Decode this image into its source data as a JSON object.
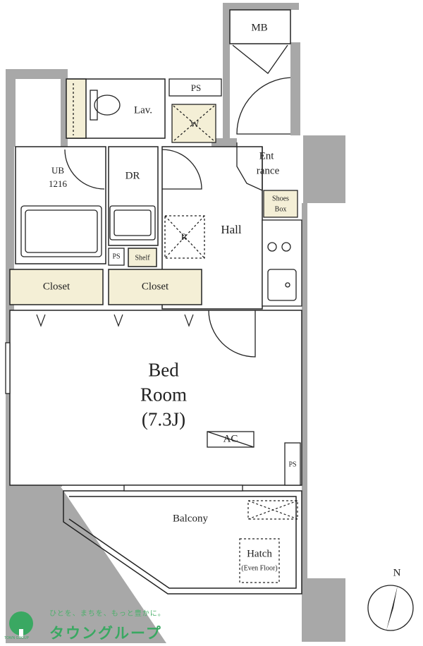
{
  "rooms": {
    "mb": "MB",
    "ps": "PS",
    "lav": "Lav.",
    "w": "W",
    "entrance_line1": "Ent",
    "entrance_line2": "rance",
    "ub_line1": "UB",
    "ub_line2": "1216",
    "dr": "DR",
    "shoes_line1": "Shoes",
    "shoes_line2": "Box",
    "hall": "Hall",
    "r": "R",
    "shelf": "Shelf",
    "closet": "Closet",
    "bedroom_line1": "Bed",
    "bedroom_line2": "Room",
    "bedroom_size": "(7.3J)",
    "ac": "AC",
    "balcony": "Balcony",
    "hatch": "Hatch",
    "hatch_note": "(Even Floor)"
  },
  "compass": {
    "north": "N"
  },
  "logo": {
    "tagline": "ひとを、まちを、もっと豊かに。",
    "name": "タウングループ",
    "name_en": "TOWN GROUP",
    "color": "#3aa862"
  },
  "colors": {
    "wall": "#a8a8a8",
    "closet": "#f4efd6",
    "line": "#222222"
  }
}
